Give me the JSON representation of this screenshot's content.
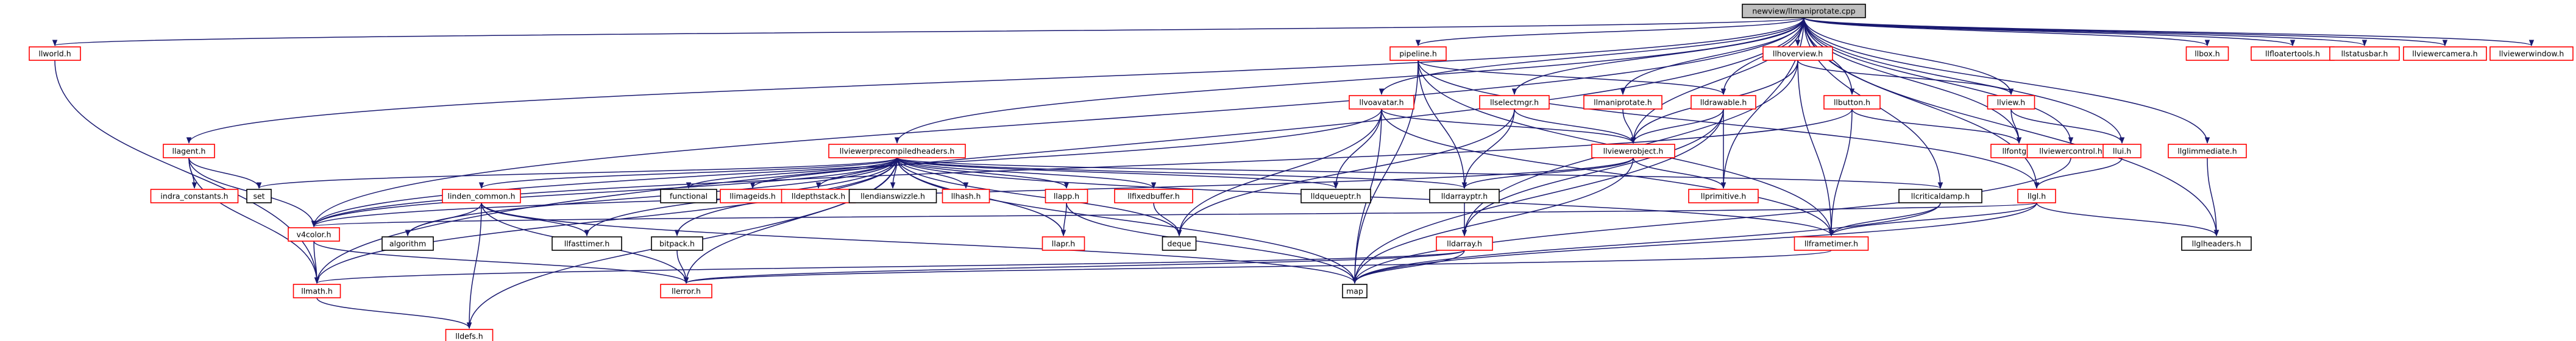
{
  "colors": {
    "root_fill": "#bfbfbf",
    "root_border": "#000000",
    "linked_border": "#ff0000",
    "plain_border": "#000000",
    "node_fill": "#ffffff",
    "edge": "#191970"
  },
  "nodes": [
    {
      "id": "root",
      "label": "newview/llmaniprotate.cpp",
      "kind": "root"
    },
    {
      "id": "llworld",
      "label": "llworld.h",
      "kind": "linked"
    },
    {
      "id": "pipeline",
      "label": "pipeline.h",
      "kind": "linked"
    },
    {
      "id": "llhoverview",
      "label": "llhoverview.h",
      "kind": "linked"
    },
    {
      "id": "llbox",
      "label": "llbox.h",
      "kind": "linked"
    },
    {
      "id": "llfloatertools",
      "label": "llfloatertools.h",
      "kind": "linked"
    },
    {
      "id": "llstatusbar",
      "label": "llstatusbar.h",
      "kind": "linked"
    },
    {
      "id": "llviewercamera",
      "label": "llviewercamera.h",
      "kind": "linked"
    },
    {
      "id": "llviewerwindow",
      "label": "llviewerwindow.h",
      "kind": "linked"
    },
    {
      "id": "llvoavatar",
      "label": "llvoavatar.h",
      "kind": "linked"
    },
    {
      "id": "llselectmgr",
      "label": "llselectmgr.h",
      "kind": "linked"
    },
    {
      "id": "llmaniprotate",
      "label": "llmaniprotate.h",
      "kind": "linked"
    },
    {
      "id": "lldrawable",
      "label": "lldrawable.h",
      "kind": "linked"
    },
    {
      "id": "llbutton",
      "label": "llbutton.h",
      "kind": "linked"
    },
    {
      "id": "llview",
      "label": "llview.h",
      "kind": "linked"
    },
    {
      "id": "llagent",
      "label": "llagent.h",
      "kind": "linked"
    },
    {
      "id": "llviewerprecompiledheaders",
      "label": "llviewerprecompiledheaders.h",
      "kind": "linked"
    },
    {
      "id": "llviewerobject",
      "label": "llviewerobject.h",
      "kind": "linked"
    },
    {
      "id": "llfontgl",
      "label": "llfontgl.h",
      "kind": "linked"
    },
    {
      "id": "llviewercontrol",
      "label": "llviewercontrol.h",
      "kind": "linked"
    },
    {
      "id": "llui",
      "label": "llui.h",
      "kind": "linked"
    },
    {
      "id": "llglimmediate",
      "label": "llglimmediate.h",
      "kind": "linked"
    },
    {
      "id": "indra_constants",
      "label": "indra_constants.h",
      "kind": "linked"
    },
    {
      "id": "set",
      "label": "set",
      "kind": "plain"
    },
    {
      "id": "llindexcommon",
      "label": "linden_common.h",
      "kind": "linked"
    },
    {
      "id": "functional",
      "label": "functional",
      "kind": "plain"
    },
    {
      "id": "llimageids",
      "label": "llimageids.h",
      "kind": "linked"
    },
    {
      "id": "lldepthstack",
      "label": "lldepthstack.h",
      "kind": "linked"
    },
    {
      "id": "llendianswizzle",
      "label": "llendianswizzle.h",
      "kind": "plain"
    },
    {
      "id": "llhash",
      "label": "llhash.h",
      "kind": "linked"
    },
    {
      "id": "llapp",
      "label": "llapp.h",
      "kind": "linked"
    },
    {
      "id": "llfixedbuffer",
      "label": "llfixedbuffer.h",
      "kind": "linked"
    },
    {
      "id": "lldqueueptr",
      "label": "lldqueueptr.h",
      "kind": "plain"
    },
    {
      "id": "lldarrayptr",
      "label": "lldarrayptr.h",
      "kind": "plain"
    },
    {
      "id": "llprimitive",
      "label": "llprimitive.h",
      "kind": "linked"
    },
    {
      "id": "llcriticaldamp",
      "label": "llcriticaldamp.h",
      "kind": "plain"
    },
    {
      "id": "llgl",
      "label": "llgl.h",
      "kind": "linked"
    },
    {
      "id": "v4color",
      "label": "v4color.h",
      "kind": "linked"
    },
    {
      "id": "algorithm",
      "label": "algorithm",
      "kind": "plain"
    },
    {
      "id": "llfasttimer",
      "label": "llfasttimer.h",
      "kind": "plain"
    },
    {
      "id": "bitpack",
      "label": "bitpack.h",
      "kind": "plain"
    },
    {
      "id": "deque",
      "label": "deque",
      "kind": "plain"
    },
    {
      "id": "llapr",
      "label": "llapr.h",
      "kind": "linked"
    },
    {
      "id": "lldarray",
      "label": "lldarray.h",
      "kind": "linked"
    },
    {
      "id": "llframetimer",
      "label": "llframetimer.h",
      "kind": "linked"
    },
    {
      "id": "llglheaders",
      "label": "llglheaders.h",
      "kind": "plain"
    },
    {
      "id": "llmath",
      "label": "llmath.h",
      "kind": "linked"
    },
    {
      "id": "llerror",
      "label": "llerror.h",
      "kind": "linked"
    },
    {
      "id": "map",
      "label": "map",
      "kind": "plain"
    },
    {
      "id": "lldefs",
      "label": "lldefs.h",
      "kind": "linked"
    }
  ]
}
